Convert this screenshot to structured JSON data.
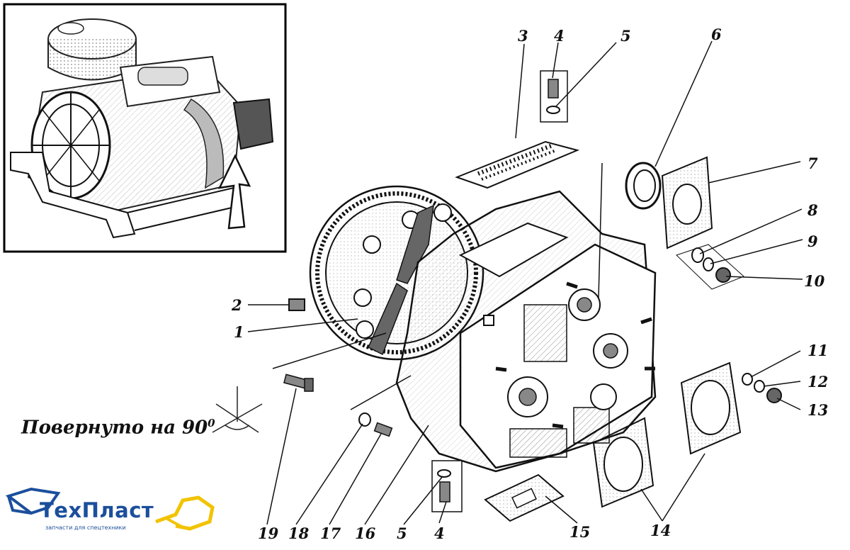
{
  "diagram": {
    "inset_caption": "",
    "rotation_note": "Повернуто на 90",
    "rotation_degree_mark": "0",
    "callouts": {
      "c1": "1",
      "c2": "2",
      "c3": "3",
      "c4_top": "4",
      "c5_top": "5",
      "c6": "6",
      "c7": "7",
      "c8": "8",
      "c9": "9",
      "c10": "10",
      "c11": "11",
      "c12": "12",
      "c13": "13",
      "c14": "14",
      "c15": "15",
      "c16": "16",
      "c17": "17",
      "c18": "18",
      "c19": "19",
      "c5_bottom": "5",
      "c4_bottom": "4"
    }
  },
  "logo": {
    "brand": "ТехПласт",
    "tagline": "запчасти для спецтехники",
    "primary_color": "#1b4f9c",
    "accent_color": "#f2c300"
  }
}
